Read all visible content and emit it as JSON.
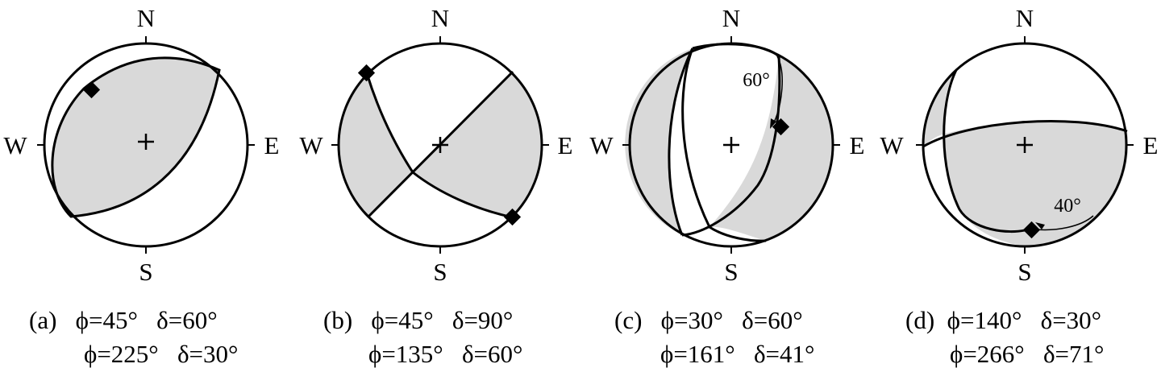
{
  "colors": {
    "fill": "#d9d9d9",
    "line": "#000000",
    "background": "#ffffff"
  },
  "compass": {
    "north": "N",
    "south": "S",
    "east": "E",
    "west": "W"
  },
  "panels": [
    {
      "id": "a",
      "line1": "(a)   ϕ=45°   δ=60°",
      "line2": "ϕ=225°   δ=30°",
      "planes": [
        {
          "strike": 45,
          "dip": 60
        },
        {
          "strike": 225,
          "dip": 30
        }
      ],
      "slip_marker": "diamond",
      "annotation": null
    },
    {
      "id": "b",
      "line1": "(b)   ϕ=45°   δ=90°",
      "line2": "ϕ=135°   δ=60°",
      "planes": [
        {
          "strike": 45,
          "dip": 90
        },
        {
          "strike": 135,
          "dip": 60
        }
      ],
      "slip_marker": "diamond",
      "annotation": null
    },
    {
      "id": "c",
      "line1": "(c)   ϕ=30°   δ=60°",
      "line2": "ϕ=161°   δ=41°",
      "planes": [
        {
          "strike": 30,
          "dip": 60
        },
        {
          "strike": 161,
          "dip": 41
        }
      ],
      "slip_marker": "diamond",
      "annotation": "60°"
    },
    {
      "id": "d",
      "line1": "(d)  ϕ=140°   δ=30°",
      "line2": "ϕ=266°   δ=71°",
      "planes": [
        {
          "strike": 140,
          "dip": 30
        },
        {
          "strike": 266,
          "dip": 71
        }
      ],
      "slip_marker": "diamond",
      "annotation": "40°"
    }
  ]
}
